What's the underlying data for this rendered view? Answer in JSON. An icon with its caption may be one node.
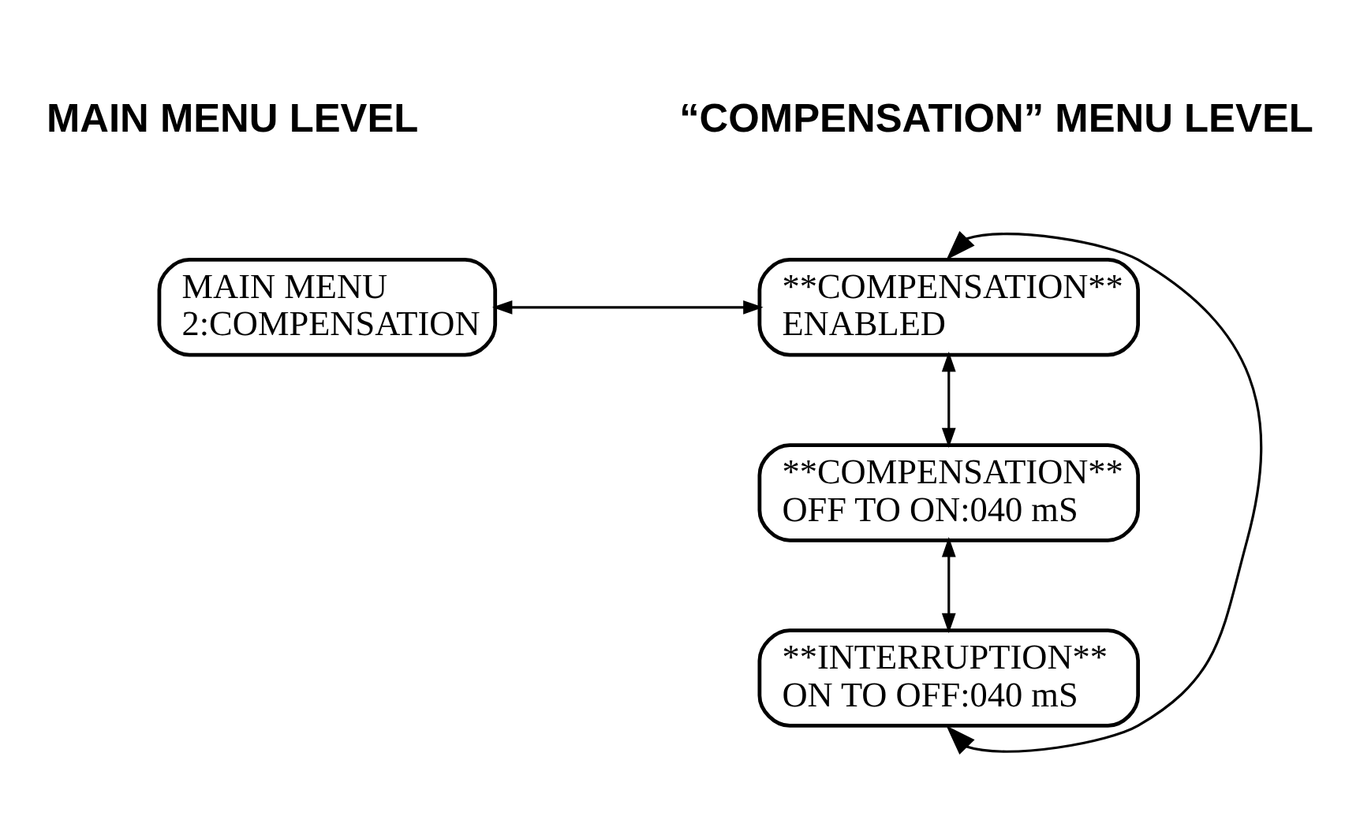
{
  "diagram": {
    "nodes": [
      {
        "text": [
          "MAIN MENU",
          "2:COMPENSATION"
        ]
      },
      {
        "text": [
          "**COMPENSATION**",
          "ENABLED"
        ]
      },
      {
        "text": [
          "**COMPENSATION**",
          "OFF TO ON:040 mS"
        ]
      },
      {
        "text": [
          "**INTERRUPTION**",
          "ON TO OFF:040 mS"
        ]
      }
    ],
    "edges": [
      {
        "from": 0,
        "to": 1,
        "arrow": "both"
      },
      {
        "from": 1,
        "to": 2,
        "arrow": "both"
      },
      {
        "from": 2,
        "to": 3,
        "arrow": "both"
      },
      {
        "from": 3,
        "to": 1,
        "arrow": "both"
      }
    ],
    "labels": [
      "MAIN MENU LEVEL",
      "“COMPENSATION” MENU LEVEL"
    ]
  }
}
